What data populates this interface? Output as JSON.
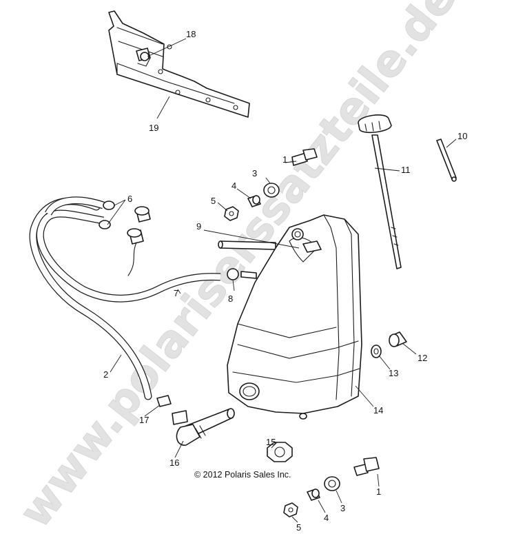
{
  "watermark": "www.polariserssatzteile.de",
  "copyright": "© 2012 Polaris Sales Inc.",
  "callouts": [
    {
      "id": "c18",
      "label": "18"
    },
    {
      "id": "c19",
      "label": "19"
    },
    {
      "id": "c6",
      "label": "6"
    },
    {
      "id": "c1a",
      "label": "1"
    },
    {
      "id": "c3a",
      "label": "3"
    },
    {
      "id": "c4a",
      "label": "4"
    },
    {
      "id": "c5a",
      "label": "5"
    },
    {
      "id": "c9",
      "label": "9"
    },
    {
      "id": "c8",
      "label": "8"
    },
    {
      "id": "c7",
      "label": "7"
    },
    {
      "id": "c2",
      "label": "2"
    },
    {
      "id": "c10",
      "label": "10"
    },
    {
      "id": "c11",
      "label": "11"
    },
    {
      "id": "c12",
      "label": "12"
    },
    {
      "id": "c13",
      "label": "13"
    },
    {
      "id": "c14",
      "label": "14"
    },
    {
      "id": "c17",
      "label": "17"
    },
    {
      "id": "c16",
      "label": "16"
    },
    {
      "id": "c15",
      "label": "15"
    },
    {
      "id": "c1b",
      "label": "1"
    },
    {
      "id": "c3b",
      "label": "3"
    },
    {
      "id": "c4b",
      "label": "4"
    },
    {
      "id": "c5b",
      "label": "5"
    }
  ]
}
